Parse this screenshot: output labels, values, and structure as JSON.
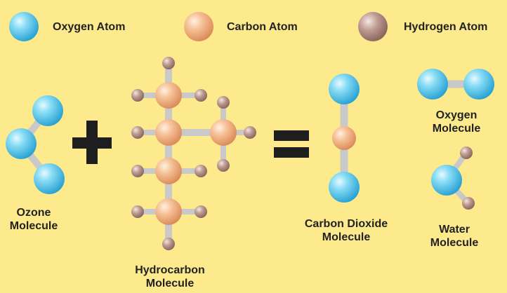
{
  "legend": [
    {
      "key": "oxygen",
      "label": "Oxygen Atom"
    },
    {
      "key": "carbon",
      "label": "Carbon Atom"
    },
    {
      "key": "hydrogen",
      "label": "Hydrogen Atom"
    }
  ],
  "molecules": {
    "ozone": {
      "line1": "Ozone",
      "line2": "Molecule"
    },
    "hydrocarbon": {
      "line1": "Hydrocarbon",
      "line2": "Molecule"
    },
    "carbon_dioxide": {
      "line1": "Carbon Dioxide",
      "line2": "Molecule"
    },
    "oxygen": {
      "line1": "Oxygen",
      "line2": "Molecule"
    },
    "water": {
      "line1": "Water",
      "line2": "Molecule"
    }
  },
  "colors": {
    "background": "#FDEA8C",
    "oxygen": "#5FCBEA",
    "carbon": "#F3B98A",
    "hydrogen": "#B89389",
    "bond": "#C9C9C9",
    "operator": "#1E1E1E"
  }
}
